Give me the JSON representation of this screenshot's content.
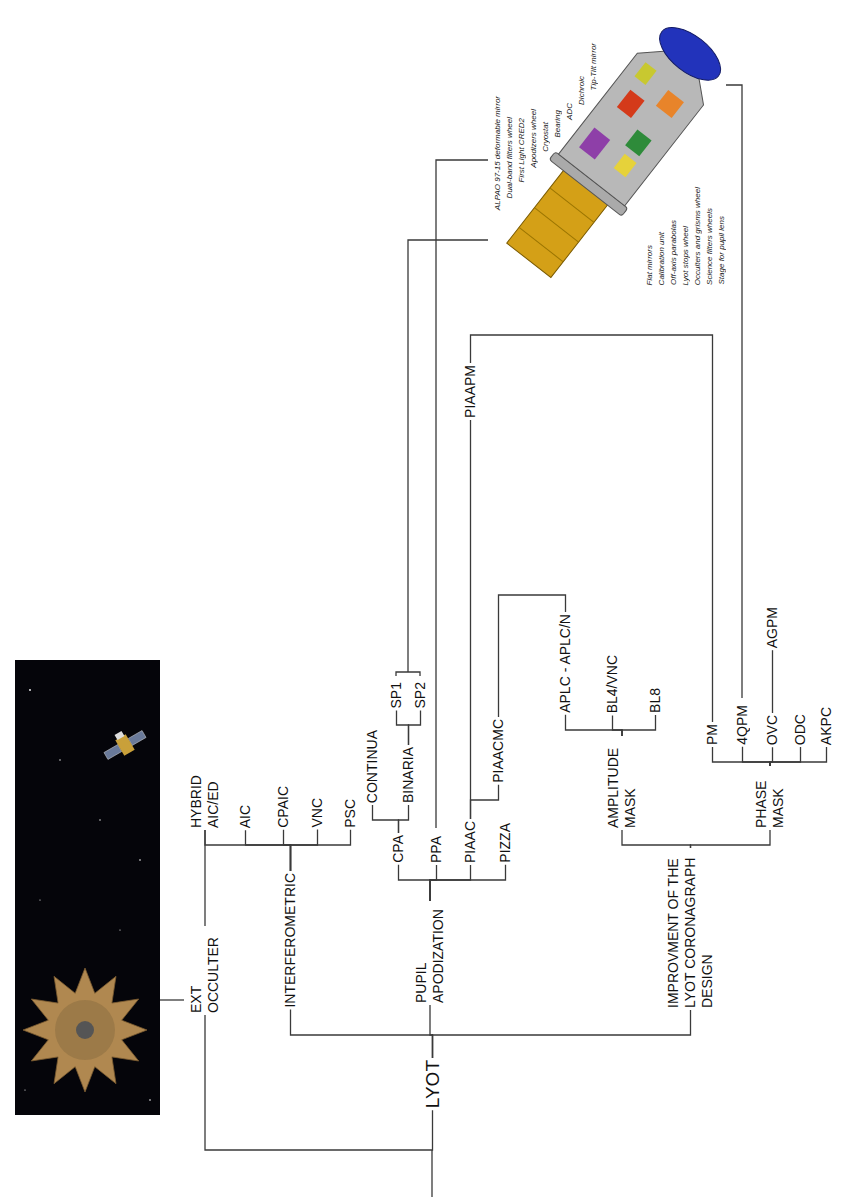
{
  "diagram": {
    "nodes": [
      {
        "text": [
          "LYOT"
        ]
      },
      {
        "text": [
          "EXT OCCULTER"
        ]
      },
      {
        "text": [
          "HYBRID AIC/ED"
        ]
      },
      {
        "text": [
          "INTERFEROMETRIC"
        ]
      },
      {
        "text": [
          "AIC"
        ]
      },
      {
        "text": [
          "CPAIC"
        ]
      },
      {
        "text": [
          "VNC"
        ]
      },
      {
        "text": [
          "PSC"
        ]
      },
      {
        "text": [
          "PUPIL APODIZATION"
        ]
      },
      {
        "text": [
          "CPA"
        ]
      },
      {
        "text": [
          "PPA"
        ]
      },
      {
        "text": [
          "PIAAC"
        ]
      },
      {
        "text": [
          "PIZZA"
        ]
      },
      {
        "text": [
          "CONTINUA"
        ]
      },
      {
        "text": [
          "BINARIA"
        ]
      },
      {
        "text": [
          "SP1"
        ]
      },
      {
        "text": [
          "SP2"
        ]
      },
      {
        "text": [
          "PIAACMC"
        ]
      },
      {
        "text": [
          "PIAAPM"
        ]
      },
      {
        "text": [
          "IMPROVMENT OF THE LYOT CORONAGRAPH DESIGN"
        ]
      },
      {
        "text": [
          "AMPLITUDE MASK"
        ]
      },
      {
        "text": [
          "APLC - APLC/N"
        ]
      },
      {
        "text": [
          "BL4/VNC"
        ]
      },
      {
        "text": [
          "BL8"
        ]
      },
      {
        "text": [
          "PHASE MASK"
        ]
      },
      {
        "text": [
          "PM"
        ]
      },
      {
        "text": [
          "4QPM"
        ]
      },
      {
        "text": [
          "OVC"
        ]
      },
      {
        "text": [
          "ODC"
        ]
      },
      {
        "text": [
          "AKPC"
        ]
      },
      {
        "text": [
          "AGPM"
        ]
      }
    ],
    "edges": [
      {
        "from": 0,
        "to": 1,
        "arrow": "none"
      },
      {
        "from": 0,
        "to": 3,
        "arrow": "none"
      },
      {
        "from": 0,
        "to": 8,
        "arrow": "none"
      },
      {
        "from": 0,
        "to": 19,
        "arrow": "none"
      },
      {
        "from": 1,
        "to": 2,
        "arrow": "none"
      },
      {
        "from": 3,
        "to": 2,
        "arrow": "none"
      },
      {
        "from": 3,
        "to": 4,
        "arrow": "none"
      },
      {
        "from": 3,
        "to": 5,
        "arrow": "none"
      },
      {
        "from": 3,
        "to": 6,
        "arrow": "none"
      },
      {
        "from": 3,
        "to": 7,
        "arrow": "none"
      },
      {
        "from": 8,
        "to": 9,
        "arrow": "none"
      },
      {
        "from": 8,
        "to": 10,
        "arrow": "none"
      },
      {
        "from": 8,
        "to": 11,
        "arrow": "none"
      },
      {
        "from": 8,
        "to": 12,
        "arrow": "none"
      },
      {
        "from": 9,
        "to": 13,
        "arrow": "none"
      },
      {
        "from": 9,
        "to": 14,
        "arrow": "none"
      },
      {
        "from": 14,
        "to": 15,
        "arrow": "none"
      },
      {
        "from": 14,
        "to": 16,
        "arrow": "none"
      },
      {
        "from": 11,
        "to": 17,
        "arrow": "none"
      },
      {
        "from": 11,
        "to": 18,
        "arrow": "none"
      },
      {
        "from": 17,
        "to": 21,
        "arrow": "none"
      },
      {
        "from": 18,
        "to": 25,
        "arrow": "none"
      },
      {
        "from": 19,
        "to": 20,
        "arrow": "none"
      },
      {
        "from": 19,
        "to": 24,
        "arrow": "none"
      },
      {
        "from": 20,
        "to": 21,
        "arrow": "none"
      },
      {
        "from": 20,
        "to": 22,
        "arrow": "none"
      },
      {
        "from": 20,
        "to": 23,
        "arrow": "none"
      },
      {
        "from": 24,
        "to": 25,
        "arrow": "none"
      },
      {
        "from": 24,
        "to": 26,
        "arrow": "none"
      },
      {
        "from": 24,
        "to": 27,
        "arrow": "none"
      },
      {
        "from": 24,
        "to": 28,
        "arrow": "none"
      },
      {
        "from": 24,
        "to": 29,
        "arrow": "none"
      },
      {
        "from": 27,
        "to": 30,
        "arrow": "none"
      }
    ],
    "labels": [
      "Tip-Tilt mirror",
      "Dichroic",
      "ALPAO 97-15 deformable mirror",
      "First Light CRED2",
      "Off-axis parabolas",
      "Calibration unit",
      "Occulters and grisms wheel",
      "Flat mirrors",
      "Lyot stops wheel",
      "Science filters wheels",
      "Stage for pupil lens",
      "Cryostat",
      "Bearing",
      "Dual-band filters wheel",
      "ADC",
      "Apodizers wheel"
    ]
  }
}
